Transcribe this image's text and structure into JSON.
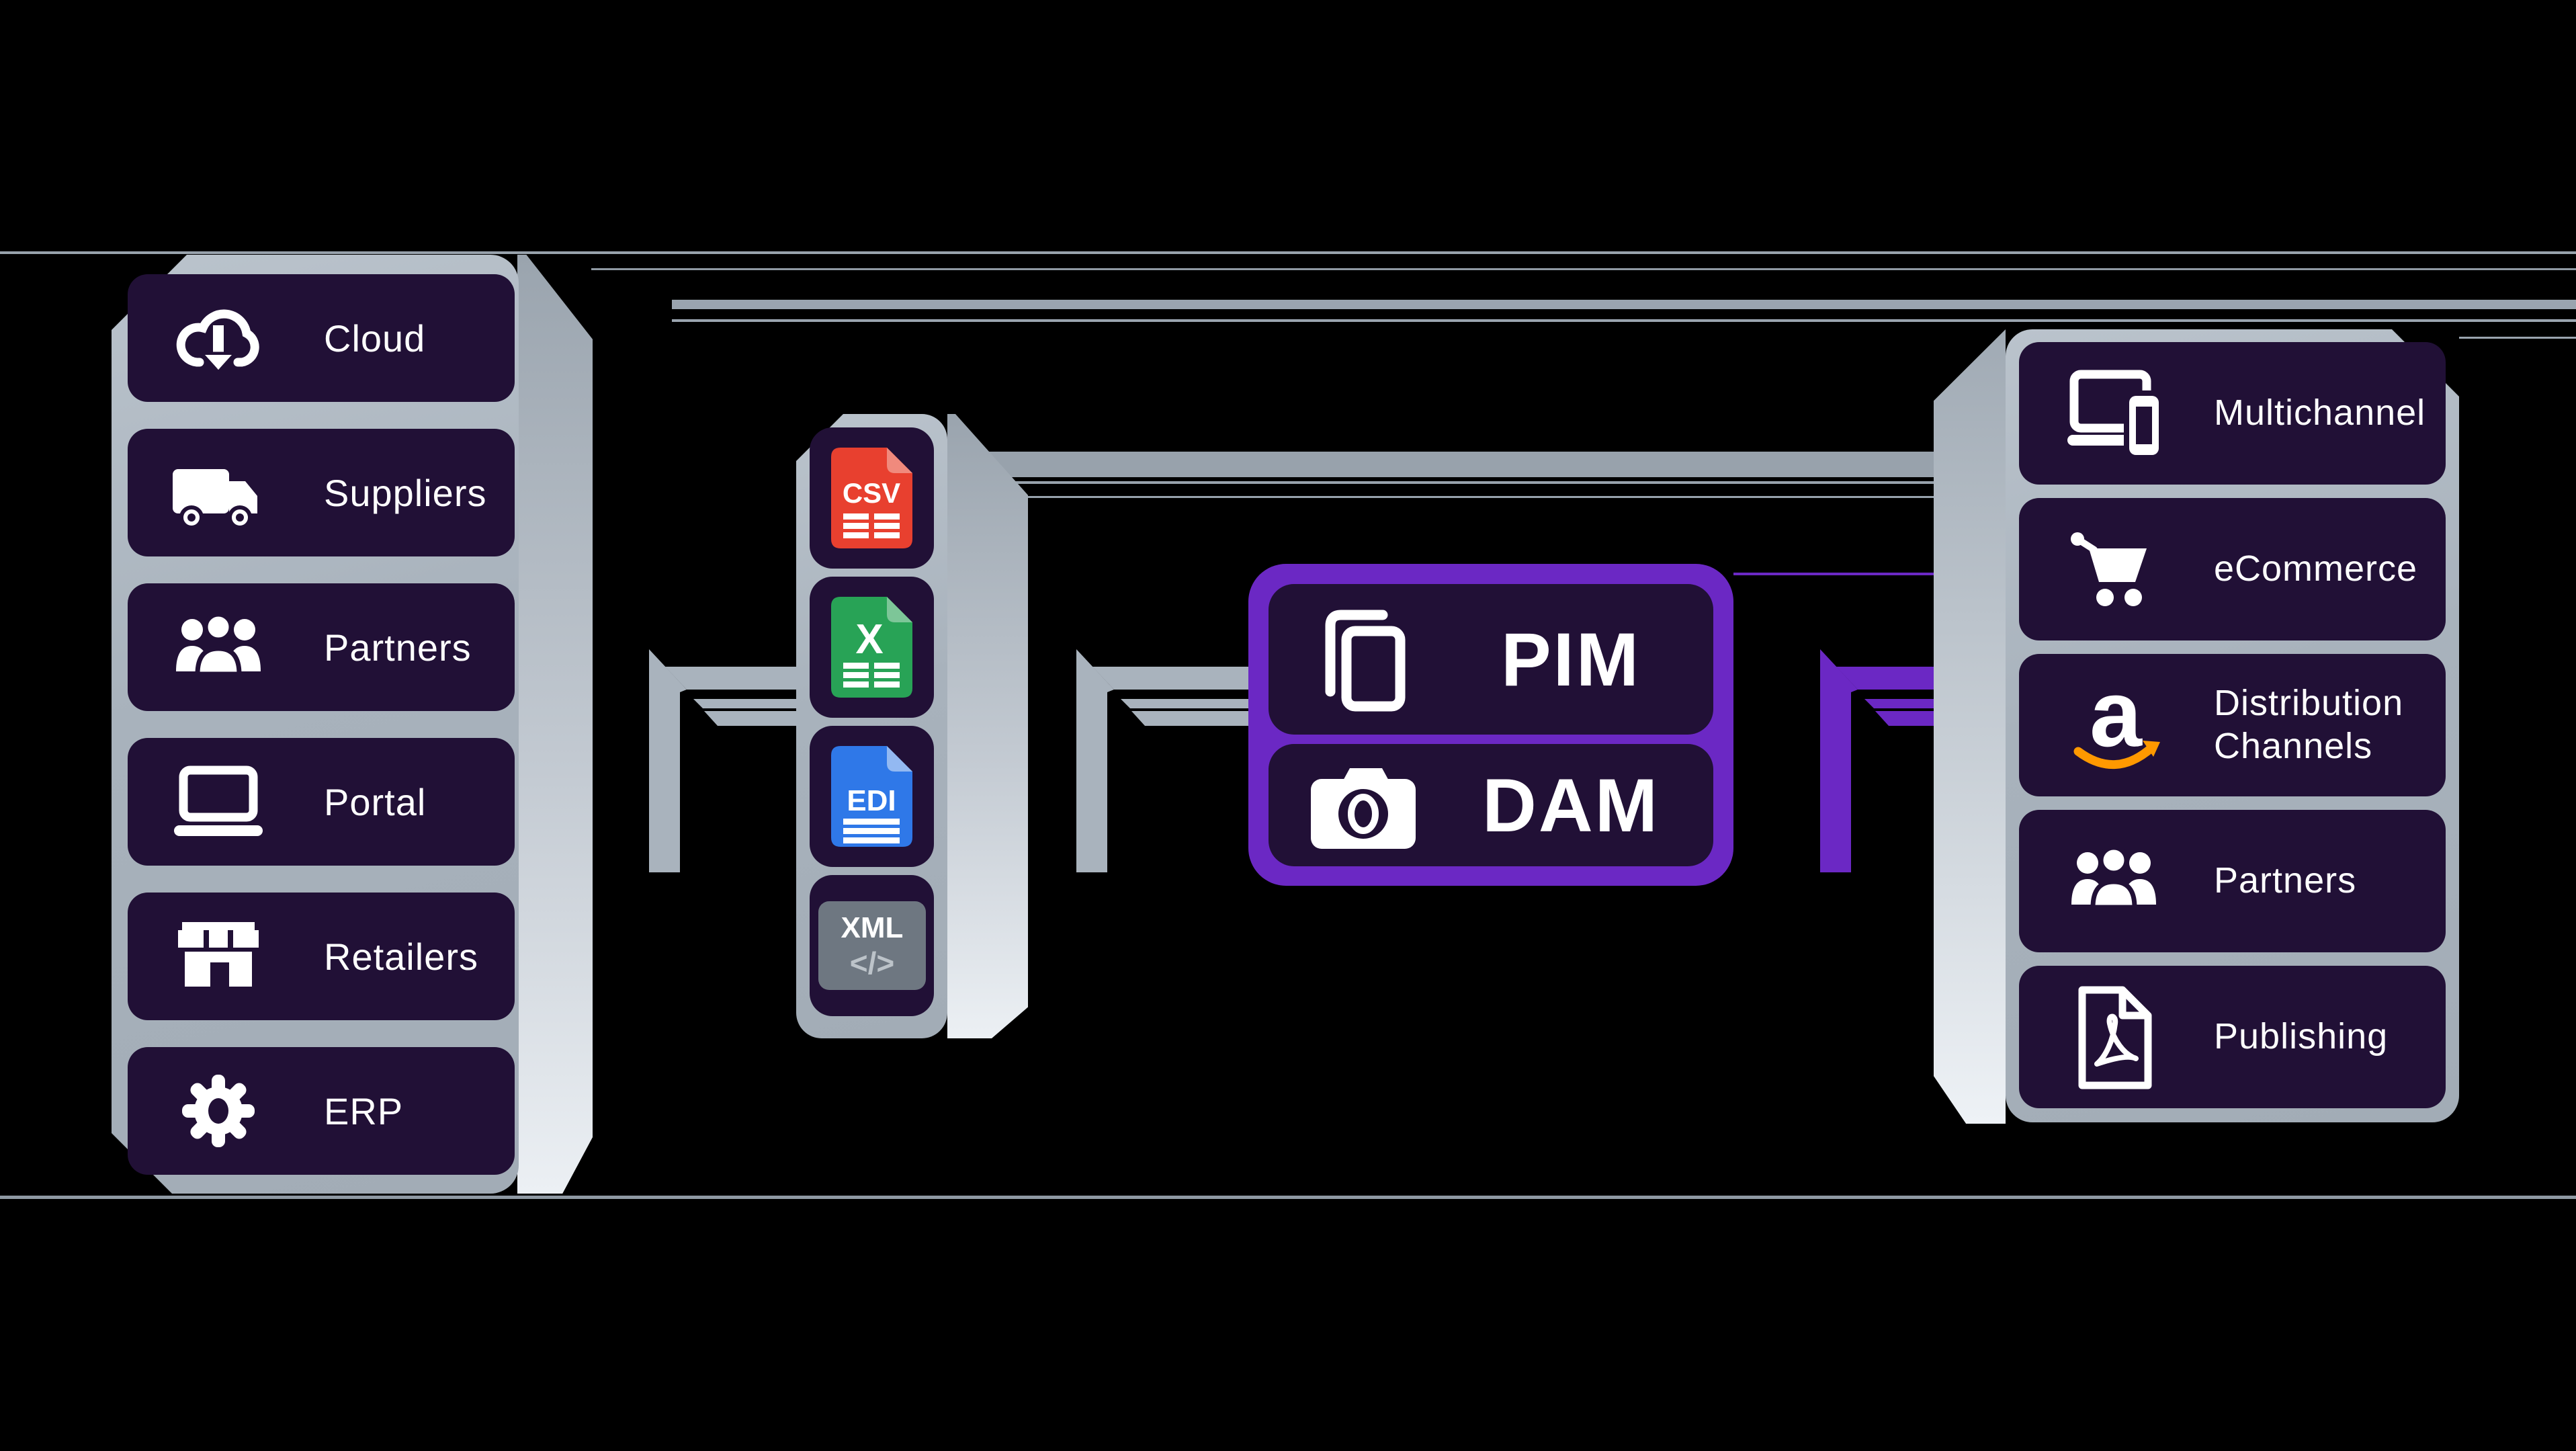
{
  "colors": {
    "background": "#000000",
    "card_background": "#211036",
    "silver": "#a9b3bd",
    "accent_purple": "#6b28c4",
    "csv_red": "#e8402f",
    "excel_green": "#28a356",
    "edi_blue": "#2f78e8",
    "xml_gray": "#6e7781",
    "amazon_orange": "#ff9900",
    "text": "#ffffff"
  },
  "sources": {
    "items": [
      {
        "label": "Cloud",
        "icon": "cloud-download-icon"
      },
      {
        "label": "Suppliers",
        "icon": "truck-icon"
      },
      {
        "label": "Partners",
        "icon": "people-icon"
      },
      {
        "label": "Portal",
        "icon": "laptop-icon"
      },
      {
        "label": "Retailers",
        "icon": "storefront-icon"
      },
      {
        "label": "ERP",
        "icon": "gear-icon"
      }
    ]
  },
  "formats": {
    "items": [
      {
        "label": "CSV",
        "icon": "csv-file-icon",
        "color": "#e8402f"
      },
      {
        "label": "X",
        "icon": "excel-file-icon",
        "color": "#28a356"
      },
      {
        "label": "EDI",
        "icon": "edi-file-icon",
        "color": "#2f78e8"
      },
      {
        "label": "XML",
        "code": "</>",
        "icon": "xml-file-icon",
        "color": "#6e7781"
      }
    ]
  },
  "platform": {
    "items": [
      {
        "label": "PIM",
        "icon": "copy-icon"
      },
      {
        "label": "DAM",
        "icon": "camera-icon"
      }
    ]
  },
  "channels": {
    "items": [
      {
        "label": "Multichannel",
        "icon": "devices-icon"
      },
      {
        "label": "eCommerce",
        "icon": "cart-icon"
      },
      {
        "label": "Distribution\nChannels",
        "icon": "amazon-icon",
        "icon_letter": "a"
      },
      {
        "label": "Partners",
        "icon": "people-icon"
      },
      {
        "label": "Publishing",
        "icon": "pdf-file-icon"
      }
    ]
  }
}
